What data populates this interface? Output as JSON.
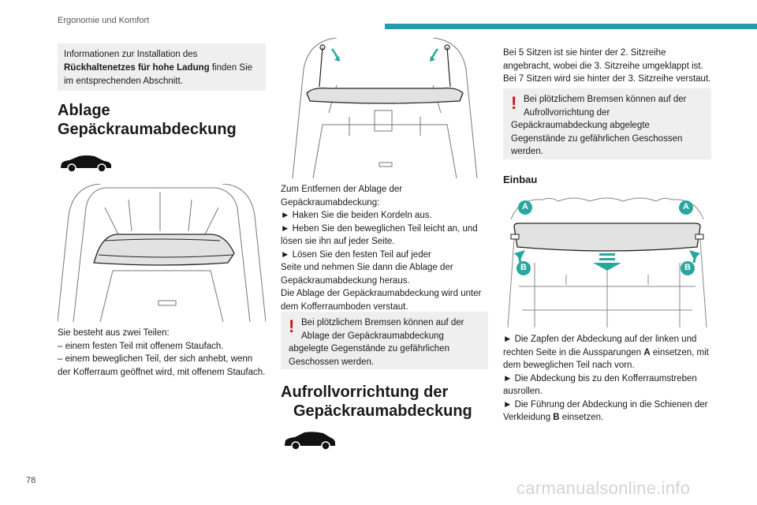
{
  "header": {
    "section": "Ergonomie und Komfort",
    "page_number": "78",
    "accent_color": "#2a9aa8"
  },
  "col1": {
    "info_pre": "Informationen zur Installation des ",
    "info_bold": "Rückhaltenetzes für hohe Ladung",
    "info_post": " finden Sie im entsprechenden Abschnitt.",
    "heading_line1": "Ablage",
    "heading_line2": "Gepäckraumabdeckung",
    "car_icon": "car-suv-icon",
    "para": [
      "Sie besteht aus zwei Teilen:",
      "– einem festen Teil mit offenem Staufach.",
      "– einem beweglichen Teil, der sich anhebt, wenn",
      "der Kofferraum geöffnet wird, mit offenem Staufach."
    ]
  },
  "col2": {
    "para": [
      "Zum Entfernen der Ablage der",
      "Gepäckraumabdeckung:",
      "► Haken Sie die beiden Kordeln aus.",
      "► Heben Sie den beweglichen Teil leicht an, und",
      "lösen sie ihn auf jeder Seite.",
      "► Lösen Sie den festen Teil auf jeder",
      "Seite und nehmen Sie dann die Ablage der",
      "Gepäckraumabdeckung heraus.",
      "Die Ablage der Gepäckraumabdeckung wird unter",
      "dem Kofferraumboden verstaut."
    ],
    "warning_mark": "!",
    "warning": [
      "Bei plötzlichem Bremsen können auf der",
      "Ablage der Gepäckraumabdeckung",
      "abgelegte Gegenstände zu gefährlichen",
      "Geschossen werden."
    ],
    "heading_line1": "Aufrollvorrichtung der",
    "heading_line2": "Gepäckraumabdeckung",
    "car_icon": "car-estate-icon"
  },
  "col3": {
    "para": [
      "Bei 5 Sitzen ist sie hinter der 2. Sitzreihe",
      "angebracht, wobei die 3. Sitzreihe umgeklappt ist.",
      "Bei 7 Sitzen wird sie hinter der 3. Sitzreihe verstaut."
    ],
    "warning_mark": "!",
    "warning": [
      "Bei plötzlichem Bremsen können auf der",
      "Aufrollvorrichtung der",
      "Gepäckraumabdeckung abgelegte",
      "Gegenstände zu gefährlichen Geschossen",
      "werden."
    ],
    "subheading": "Einbau",
    "label_a": "A",
    "label_b": "B",
    "steps_1": [
      "► Die Zapfen der Abdeckung auf der linken und",
      "rechten Seite in die Aussparungen "
    ],
    "steps_1_bold": "A",
    "steps_1_end": " einsetzen, mit",
    "steps_2": [
      "dem beweglichen Teil nach vorn.",
      "► Die Abdeckung bis zu den Kofferraumstreben",
      "ausrollen.",
      "► Die Führung der Abdeckung in die Schienen der"
    ],
    "steps_3_pre": "Verkleidung ",
    "steps_3_bold": "B",
    "steps_3_post": " einsetzen.",
    "badge_color": "#2aa6a0"
  },
  "footer": {
    "watermark": "carmanualsonline.info"
  }
}
